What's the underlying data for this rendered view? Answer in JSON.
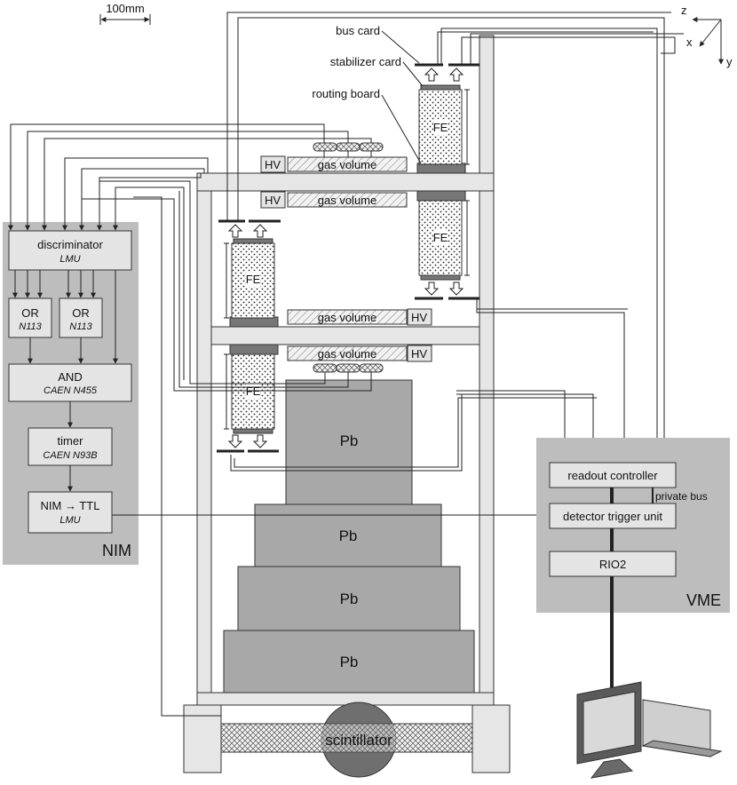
{
  "scale": {
    "label": "100mm"
  },
  "axes": {
    "z": "z",
    "x": "x",
    "y": "y"
  },
  "labels": {
    "bus_card": "bus card",
    "stabilizer_card": "stabilizer card",
    "routing_board": "routing board",
    "hv": "HV",
    "gas_volume": "gas volume",
    "fe": "FE",
    "pb": "Pb",
    "scintillator": "scintillator"
  },
  "nim": {
    "title": "NIM",
    "discriminator": {
      "name": "discriminator",
      "model": "LMU"
    },
    "or1": {
      "name": "OR",
      "model": "N113"
    },
    "or2": {
      "name": "OR",
      "model": "N113"
    },
    "and": {
      "name": "AND",
      "model": "CAEN N455"
    },
    "timer": {
      "name": "timer",
      "model": "CAEN N93B"
    },
    "nimttl": {
      "name": "NIM → TTL",
      "model": "LMU"
    }
  },
  "vme": {
    "title": "VME",
    "readout": "readout controller",
    "private_bus": "private bus",
    "trigger": "detector trigger unit",
    "rio2": "RIO2"
  },
  "colors": {
    "panel": "#bdbdbd",
    "box": "#e4e4e4",
    "lead": "#a8a8a8",
    "frame": "#e6e6e6"
  }
}
